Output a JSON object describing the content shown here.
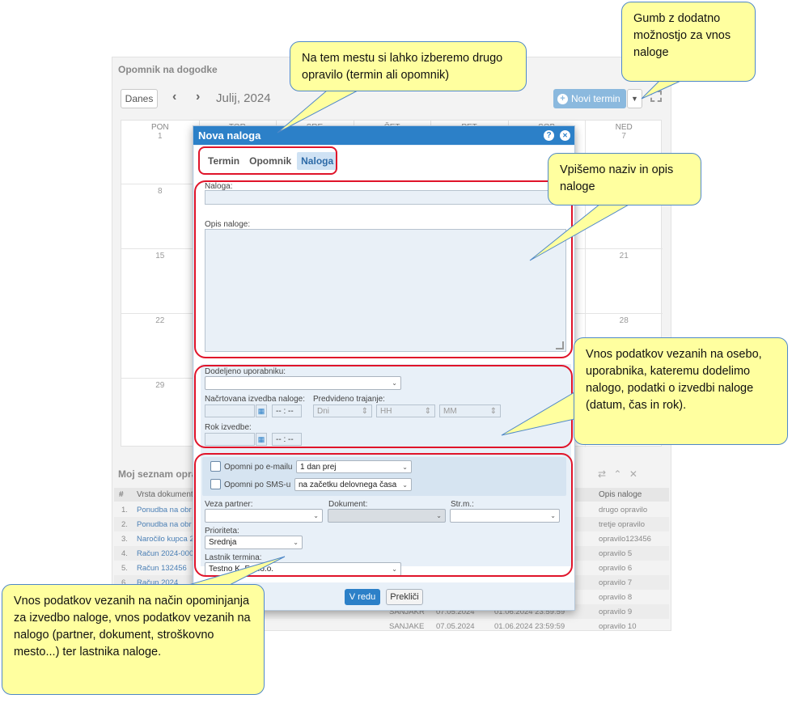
{
  "app": {
    "panel_title": "Opomnik na dogodke",
    "today_label": "Danes",
    "prev_glyph": "‹",
    "next_glyph": "›",
    "month_label": "Julij, 2024",
    "new_term_label": "Novi termin",
    "days": [
      "PON",
      "TOR",
      "SRE",
      "ČET",
      "PET",
      "SOB",
      "NED"
    ],
    "week_numbers": [
      [
        "1",
        "",
        "",
        "",
        "",
        "",
        "7"
      ],
      [
        "8",
        "",
        "",
        "",
        "",
        "",
        ""
      ],
      [
        "15",
        "",
        "",
        "",
        "",
        "",
        "21"
      ],
      [
        "22",
        "",
        "",
        "",
        "",
        "",
        "28"
      ],
      [
        "29",
        "",
        "",
        "",
        "",
        "",
        ""
      ]
    ]
  },
  "list": {
    "title": "Moj seznam opravil",
    "col_num": "#",
    "col_type": "Vrsta dokument",
    "col_desc": "Opis naloge",
    "rows": [
      {
        "n": "1.",
        "doc": "Ponudba na obr",
        "desc": "drugo opravilo"
      },
      {
        "n": "2.",
        "doc": "Ponudba na obr",
        "desc": "tretje opravilo"
      },
      {
        "n": "3.",
        "doc": "Naročilo kupca 2",
        "desc": "opravilo123456"
      },
      {
        "n": "4.",
        "doc": "Račun 2024-000",
        "desc": "opravilo 5"
      },
      {
        "n": "5.",
        "doc": "Račun 132456",
        "desc": "opravilo 6"
      },
      {
        "n": "6.",
        "doc": "Račun 2024",
        "desc": "opravilo 7"
      },
      {
        "n": "",
        "doc": "",
        "desc": "opravilo 8"
      },
      {
        "n": "",
        "doc": "",
        "user": "SANJAKR",
        "date1": "07.05.2024",
        "date2": "01.06.2024 23:59:59",
        "desc": "opravilo 9"
      },
      {
        "n": "",
        "doc": "",
        "user": "SANJAKE",
        "date1": "07.05.2024",
        "date2": "01.06.2024 23:59:59",
        "desc": "opravilo 10"
      }
    ]
  },
  "dialog": {
    "title": "Nova naloga",
    "help_glyph": "?",
    "close_glyph": "✕",
    "tabs": [
      "Termin",
      "Opomnik",
      "Naloga"
    ],
    "task_label": "Naloga:",
    "desc_label": "Opis naloge:",
    "assigned_label": "Dodeljeno uporabniku:",
    "planned_label": "Načrtovana izvedba naloge:",
    "planned_time": "-- : --",
    "duration_label": "Predvideno trajanje:",
    "days_placeholder": "Dni",
    "hours_placeholder": "HH",
    "minutes_placeholder": "MM",
    "deadline_label": "Rok izvedbe:",
    "deadline_time": "-- : --",
    "email_label": "Opomni po e-mailu",
    "email_value": "1 dan prej",
    "sms_label": "Opomni po SMS-u",
    "sms_value": "na začetku delovnega časa",
    "partner_label": "Veza partner:",
    "document_label": "Dokument:",
    "cost_label": "Str.m.:",
    "priority_label": "Prioriteta:",
    "priority_value": "Srednja",
    "owner_label": "Lastnik termina:",
    "owner_value": "Testno K. F. d.o.o.",
    "ok_label": "V redu",
    "cancel_label": "Prekliči"
  },
  "callouts": {
    "tab_hint": "Na tem mestu si lahko izberemo drugo opravilo (termin ali opomnik)",
    "button_hint": "Gumb z dodatno možnostjo za vnos naloge",
    "name_hint": "Vpišemo naziv in opis naloge",
    "person_hint": "Vnos podatkov vezanih na osebo, uporabnika, kateremu dodelimo nalogo, podatki o izvedbi naloge (datum, čas in rok).",
    "reminder_hint": "Vnos podatkov vezanih na način opominjanja za izvedbo naloge, vnos podatkov vezanih na nalogo (partner, dokument, stroškovno mesto...) ter lastnika naloge."
  },
  "colors": {
    "accent": "#2c80c8",
    "highlight": "#e0142a",
    "callout_bg": "#ffff9f"
  }
}
